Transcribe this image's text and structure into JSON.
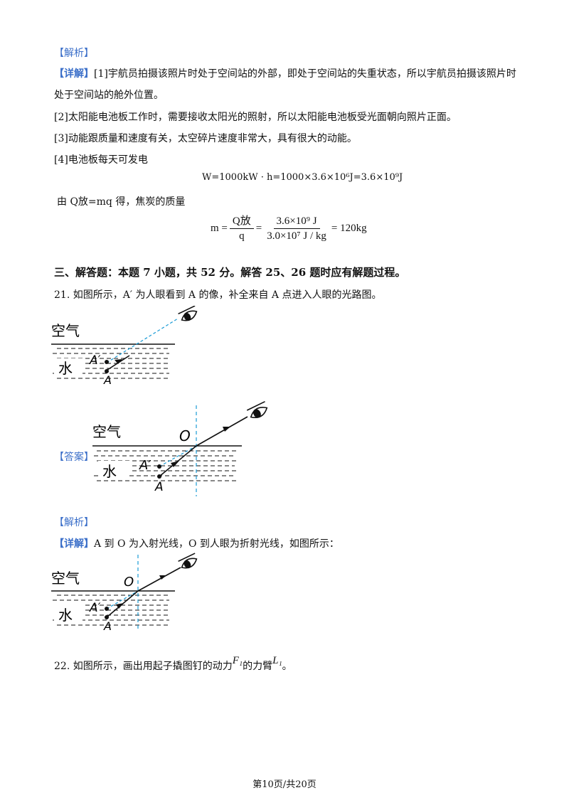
{
  "q20": {
    "analysis_tag": "【解析】",
    "detail_tag": "【详解】",
    "line1a": "[1]宇航员拍摄该照片时处于空间站的外部，即处于空间站的失重状态，所以宇航员拍摄该照片时",
    "line1b": "处于空间站的舱外位置。",
    "line2": "[2]太阳能电池板工作时，需要接收太阳光的照射，所以太阳能电池板受光面朝向照片正面。",
    "line3": "[3]动能跟质量和速度有关，太空碎片速度非常大，具有很大的动能。",
    "line4": "[4]电池板每天可发电",
    "formula_w": "W=1000kW · h=1000×3.6×10⁶J=3.6×10⁹J",
    "line5": "由 Q放=mq 得，焦炭的质量",
    "formula_m": {
      "lhs": "m =",
      "frac1_num": "Q放",
      "frac1_den": "q",
      "eq": "=",
      "frac2_num": "3.6×10⁹ J",
      "frac2_den": "3.0×10⁷ J / kg",
      "rhs": "= 120kg"
    }
  },
  "section3": {
    "heading": "三、解答题：本题 7 小题，共 52 分。解答 25、26 题时应有解题过程。"
  },
  "q21": {
    "question": "21. 如图所示，A′ 为人眼看到 A 的像，补全来自 A 点进入人眼的光路图。",
    "answer_tag": "【答案】",
    "analysis_tag": "【解析】",
    "detail_tag": "【详解】",
    "detail_text": "A 到 O 为入射光线，O 到人眼为折射光线，如图所示：",
    "fig_air": "空气",
    "fig_water": "水",
    "label_A_prime": "A′",
    "label_A": "A",
    "label_O": "O"
  },
  "q22": {
    "question_prefix": "22. 如图所示，画出用起子撬图钉的动力",
    "F1": "F₁",
    "question_mid": "的力臂",
    "L1": "L₁",
    "question_suffix": "。"
  },
  "footer": {
    "page": "第10页/共20页"
  }
}
